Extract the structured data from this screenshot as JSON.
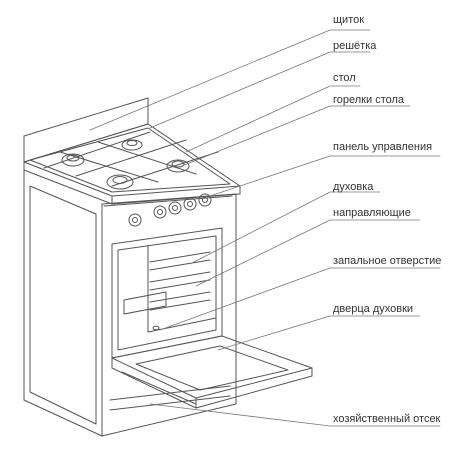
{
  "labels": [
    {
      "key": "shield",
      "text": "щиток"
    },
    {
      "key": "grate",
      "text": "решётка"
    },
    {
      "key": "table",
      "text": "стол"
    },
    {
      "key": "burners",
      "text": "горелки стола"
    },
    {
      "key": "control_panel",
      "text": "панель управления"
    },
    {
      "key": "oven",
      "text": "духовка"
    },
    {
      "key": "guides",
      "text": "направляющие"
    },
    {
      "key": "ignition_hole",
      "text": "запальное отверстие"
    },
    {
      "key": "oven_door",
      "text": "дверца духовки"
    },
    {
      "key": "storage",
      "text": "хозяйственный отсек"
    }
  ],
  "colors": {
    "stroke": "#555555",
    "text": "#333333",
    "background": "#ffffff"
  }
}
